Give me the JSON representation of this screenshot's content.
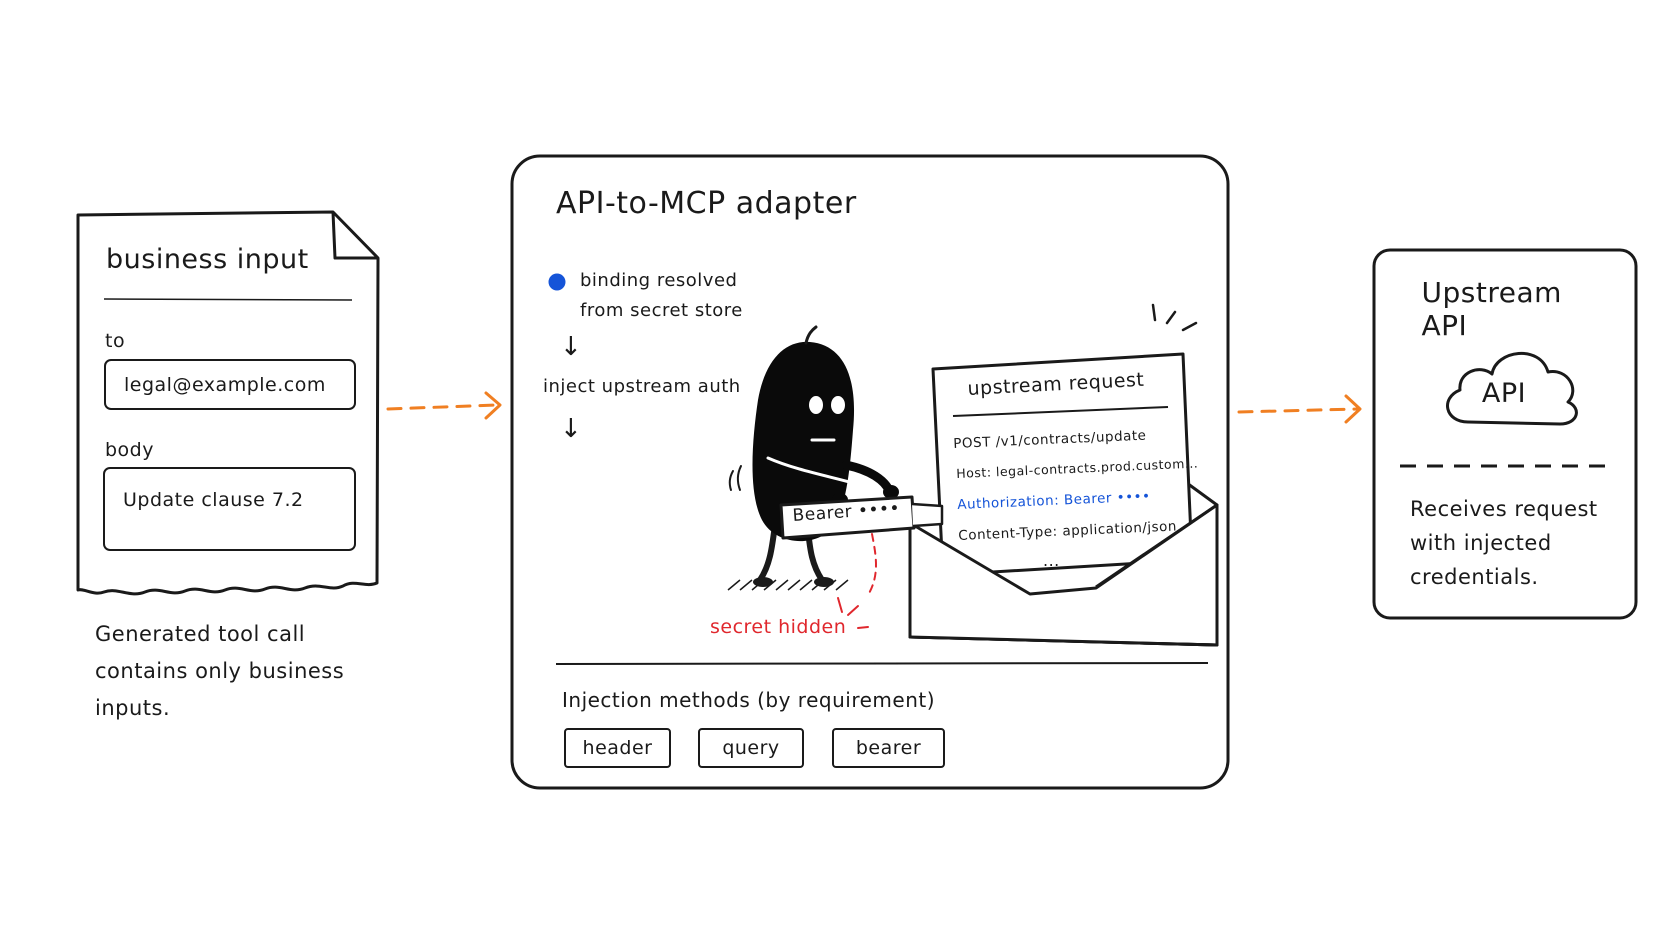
{
  "business_input": {
    "title": "business input",
    "to_label": "to",
    "to_value": "legal@example.com",
    "body_label": "body",
    "body_value": "Update clause 7.2",
    "caption_lines": [
      "Generated tool call",
      "contains only business",
      "inputs."
    ]
  },
  "adapter": {
    "title": "API-to-MCP adapter",
    "binding_line1": "binding resolved",
    "binding_line2": "from secret store",
    "inject_step": "inject upstream auth",
    "arrow_glyph": "↓",
    "bearer_label": "Bearer ••••",
    "secret_hidden": "secret hidden",
    "request": {
      "title": "upstream request",
      "method_line": "POST /v1/contracts/update",
      "host_line": "Host: legal-contracts.prod.custom...",
      "auth_line": "Authorization: Bearer ••••",
      "content_type_line": "Content-Type: application/json",
      "ellipsis": "..."
    },
    "methods_title": "Injection methods (by requirement)",
    "methods": [
      "header",
      "query",
      "bearer"
    ]
  },
  "upstream": {
    "title": "Upstream API",
    "cloud_label": "API",
    "desc_lines": [
      "Receives request",
      "with injected",
      "credentials."
    ]
  },
  "colors": {
    "ink": "#1a1a1a",
    "arrow": "#f07f22",
    "accent_blue": "#1554d8",
    "secret_red": "#e0272d"
  }
}
